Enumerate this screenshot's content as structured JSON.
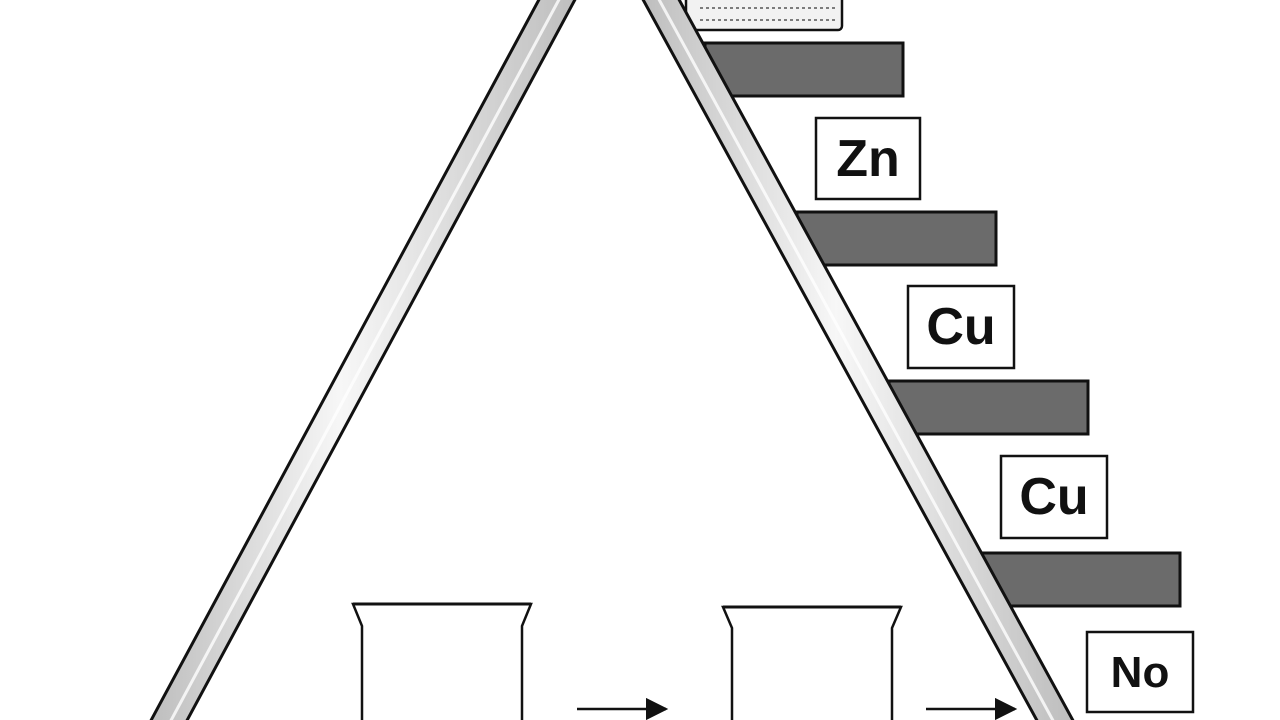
{
  "diagram": {
    "labels": [
      {
        "text": "Zn"
      },
      {
        "text": "Cu"
      },
      {
        "text": "Cu"
      },
      {
        "text": "No"
      }
    ],
    "colors": {
      "shelf_fill": "#6b6b6b",
      "rail_fill": "#e3e3e3",
      "outline": "#111111",
      "background": "#ffffff"
    },
    "icons": [
      "beaker-icon",
      "beaker-icon",
      "arrow-right-icon",
      "arrow-right-icon"
    ]
  }
}
